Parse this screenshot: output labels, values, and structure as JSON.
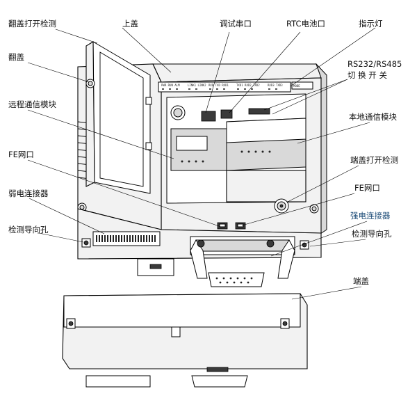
{
  "labels": {
    "flip_cover_open_detect": "翻盖打开检测",
    "flip_cover": "翻盖",
    "remote_comm_module": "远程通信模块",
    "fe_port_left": "FE网口",
    "weak_current_connector": "弱电连接器",
    "detect_guide_hole_left": "检测导向孔",
    "top_cover": "上盖",
    "debug_serial_port": "调试串口",
    "rtc_battery_port": "RTC电池口",
    "indicator_light": "指示灯",
    "rs232_rs485_line1": "RS232/RS485",
    "rs232_rs485_line2": "切 换 开 关",
    "local_comm_module": "本地通信模块",
    "terminal_cover_open_detect": "端盖打开检测",
    "fe_port_right": "FE网口",
    "strong_current_connector": "强电连接器",
    "detect_guide_hole_right": "检测导向孔",
    "terminal_cover": "端盖"
  },
  "colors": {
    "highlight_label": "#1f4e79",
    "line": "#000000",
    "panel_fill": "#f2f2f2"
  }
}
